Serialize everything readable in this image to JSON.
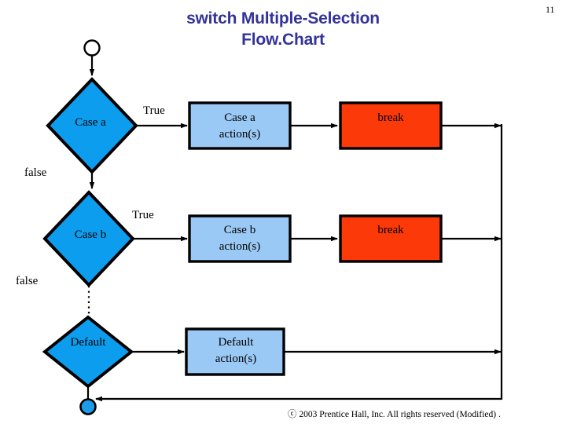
{
  "slide": {
    "page_number": "11",
    "title_line1": "switch Multiple-Selection",
    "title_line2": "Flow.Chart",
    "title_color": "#333399",
    "footer": "ⓒ 2003 Prentice Hall, Inc.  All rights reserved (Modified) ."
  },
  "palette": {
    "diamond_fill": "#0D9DEE",
    "action_fill": "#9BC9F5",
    "break_fill": "#FC3A09",
    "stroke": "#000000",
    "end_node_fill": "#1E9BE8",
    "background": "#FFFFFF"
  },
  "flowchart": {
    "start_node": {
      "shape": "circle-open",
      "label": ""
    },
    "end_node": {
      "shape": "circle-filled",
      "label": ""
    },
    "rows": [
      {
        "id": "case-a",
        "decision": "Case a",
        "true_label": "True",
        "false_label": "false",
        "action": "Case a\naction(s)",
        "action_line1": "Case a",
        "action_line2": "action(s)",
        "break": "break"
      },
      {
        "id": "case-b",
        "decision": "Case b",
        "true_label": "True",
        "false_label": "false",
        "action": "Case b\naction(s)",
        "action_line1": "Case b",
        "action_line2": "action(s)",
        "break": "break"
      },
      {
        "id": "default",
        "decision": "Default",
        "true_label": "",
        "false_label": "",
        "action": "Default\naction(s)",
        "action_line1": "Default",
        "action_line2": "action(s)",
        "break": ""
      }
    ],
    "connector_note": "dotted vertical connector between Case b false branch and Default"
  }
}
